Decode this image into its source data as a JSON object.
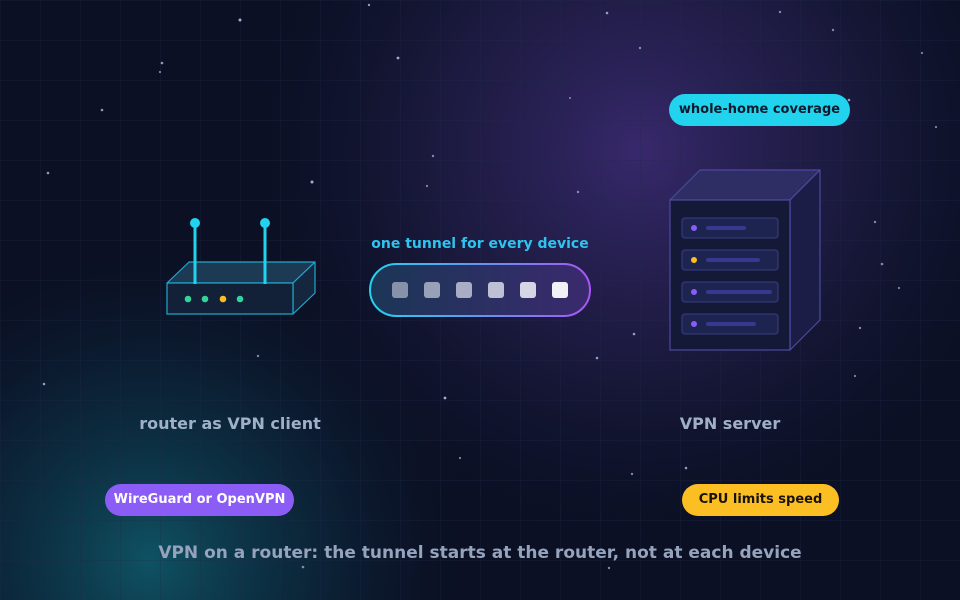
{
  "labels": {
    "router": "router as VPN client",
    "server": "VPN server",
    "tunnel": "one tunnel for every device"
  },
  "badges": {
    "coverage": "whole-home coverage",
    "protocol": "WireGuard or OpenVPN",
    "speed": "CPU limits speed"
  },
  "caption": "VPN on a router: the tunnel starts at the router, not at each device",
  "colors": {
    "cyan": "#2ec4f0",
    "purple": "#8b5cf6",
    "yellow": "#fbbf24",
    "green": "#34d399"
  }
}
